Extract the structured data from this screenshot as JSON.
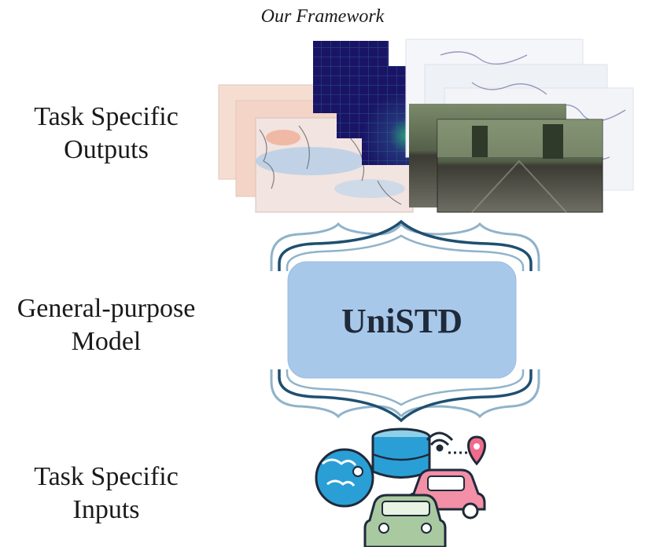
{
  "title": "Our Framework",
  "rows": {
    "outputs": {
      "line1": "Task Specific",
      "line2": "Outputs"
    },
    "model": {
      "line1": "General-purpose",
      "line2": "Model"
    },
    "inputs": {
      "line1": "Task Specific",
      "line2": "Inputs"
    }
  },
  "model_name": "UniSTD",
  "colors": {
    "model_box": "#a8c8ea",
    "brace_dark": "#1f4f70",
    "brace_light": "#8fb3c9",
    "heatmap": "#1a1466",
    "weather": "#f2c6b6",
    "road": "#3b3b33",
    "sketch": "#eef1f5"
  },
  "output_groups": [
    "weather-map-stack",
    "heatmap-stack",
    "sketch-stack",
    "driving-video-stack"
  ],
  "input_icons": [
    "weather-globe-icon",
    "database-icon",
    "wifi-signal-icon",
    "location-pin-icon",
    "pink-car-icon",
    "green-car-icon"
  ]
}
